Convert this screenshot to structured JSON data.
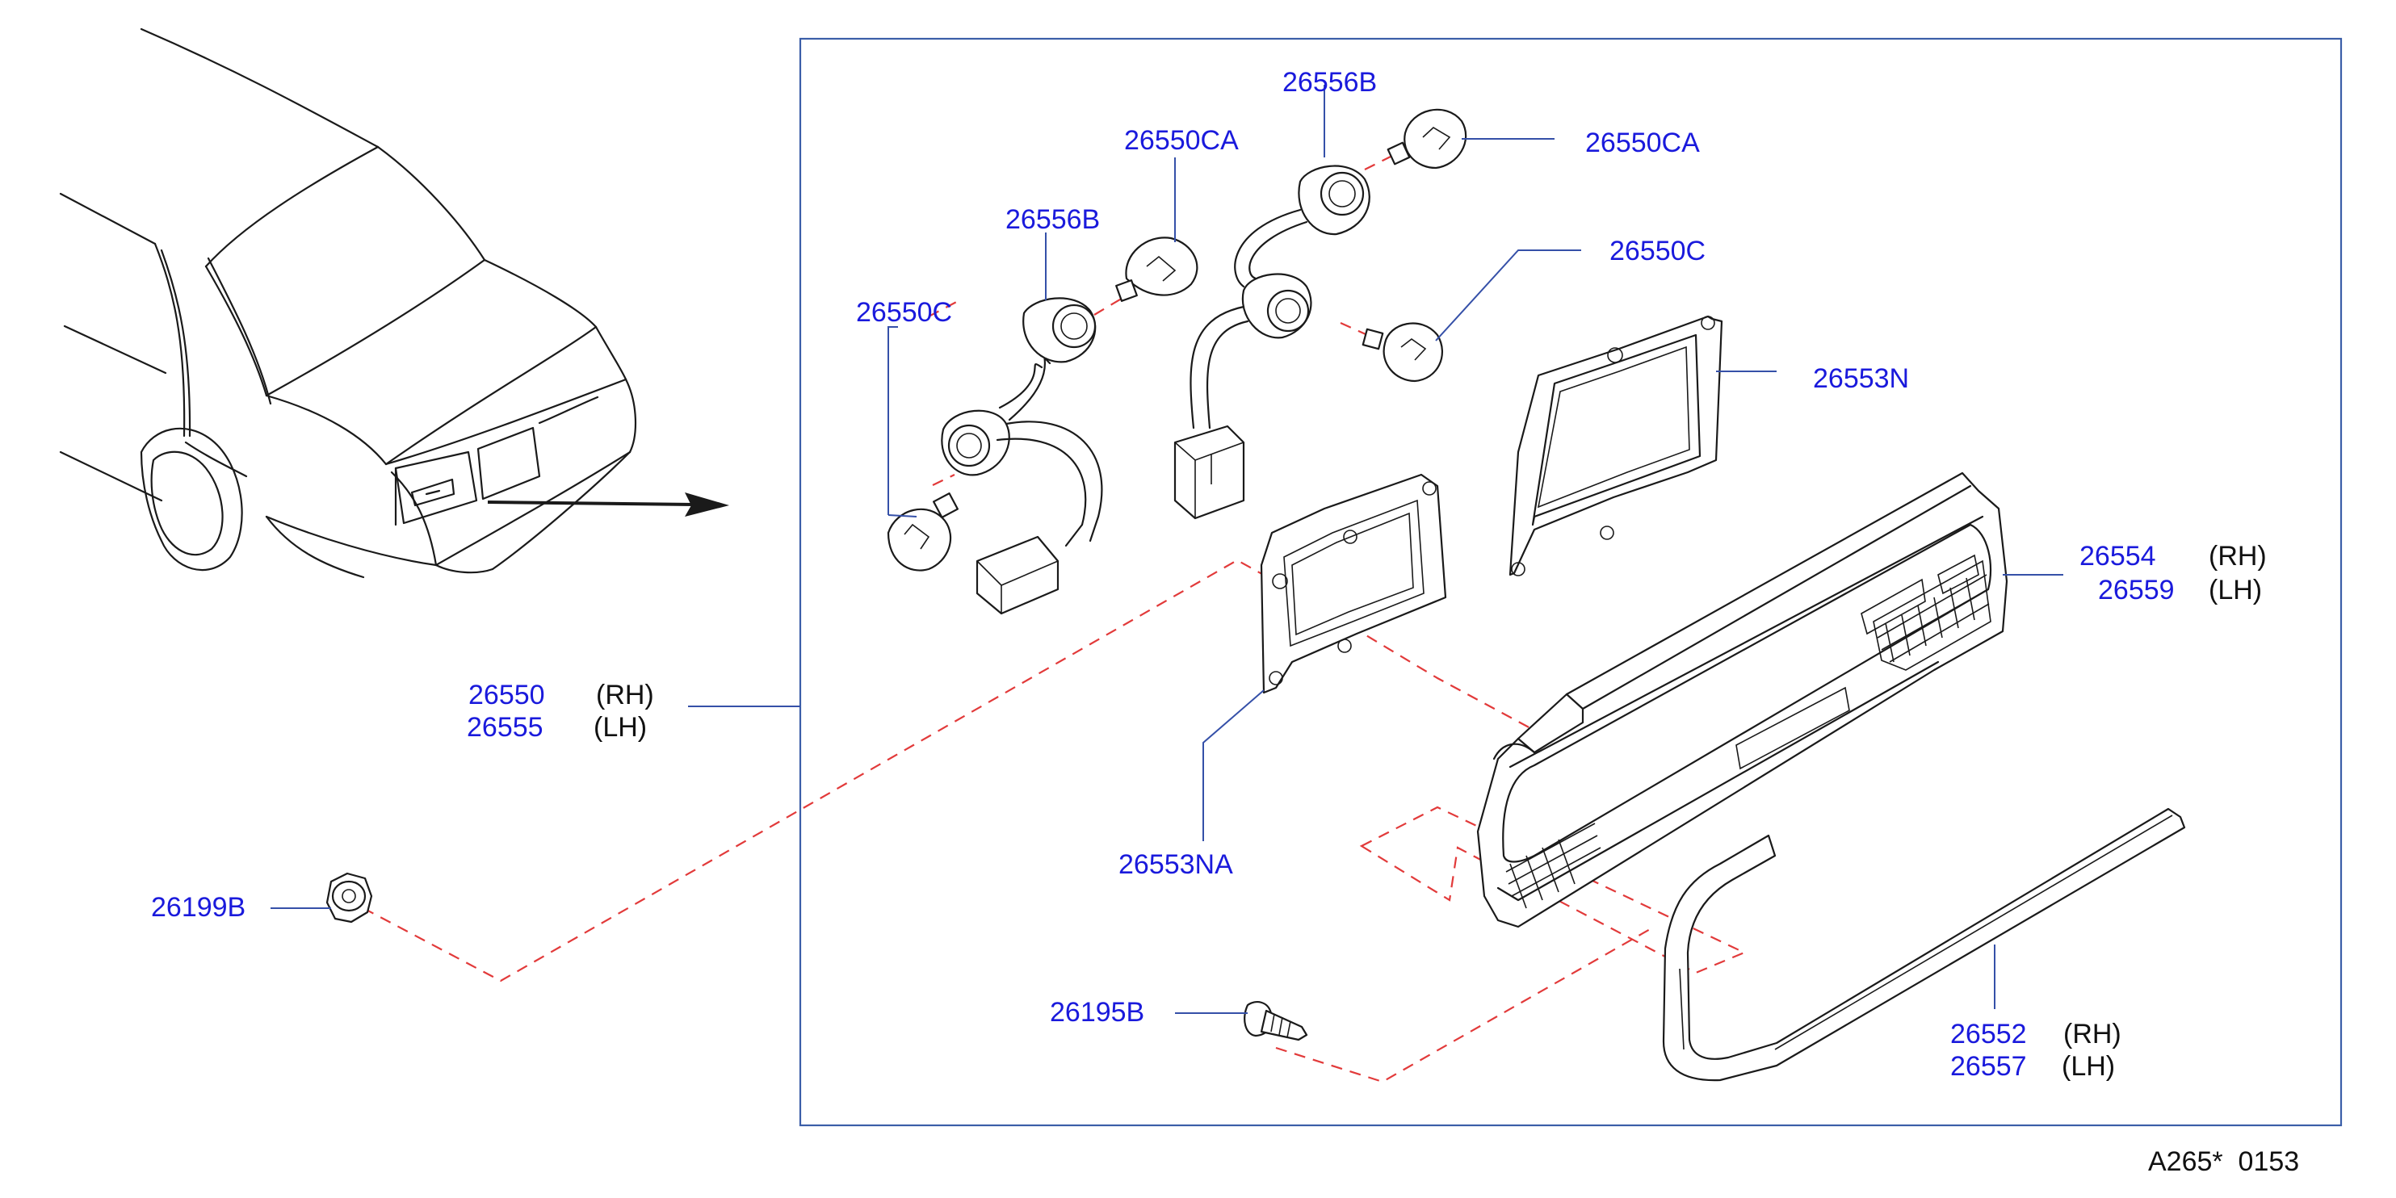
{
  "labels": {
    "p26556B_top": "26556B",
    "p26550CA_top": "26550CA",
    "p26550CA_right": "26550CA",
    "p26556B_left": "26556B",
    "p26550C_right": "26550C",
    "p26550C_left": "26550C",
    "p26553N": "26553N",
    "p26554": "26554",
    "p26559": "26559",
    "p26550": "26550",
    "p26555": "26555",
    "p26553NA": "26553NA",
    "p26199B": "26199B",
    "p26195B": "26195B",
    "p26552": "26552",
    "p26557": "26557"
  },
  "sides": {
    "rh": "(RH)",
    "lh": "(LH)"
  },
  "diagram_code": "A265*  0153",
  "colors": {
    "part_number": "#1a1adc",
    "leader_line": "#3550a8",
    "dashed_line": "#e23a3a",
    "outline": "#1a1a1a"
  }
}
